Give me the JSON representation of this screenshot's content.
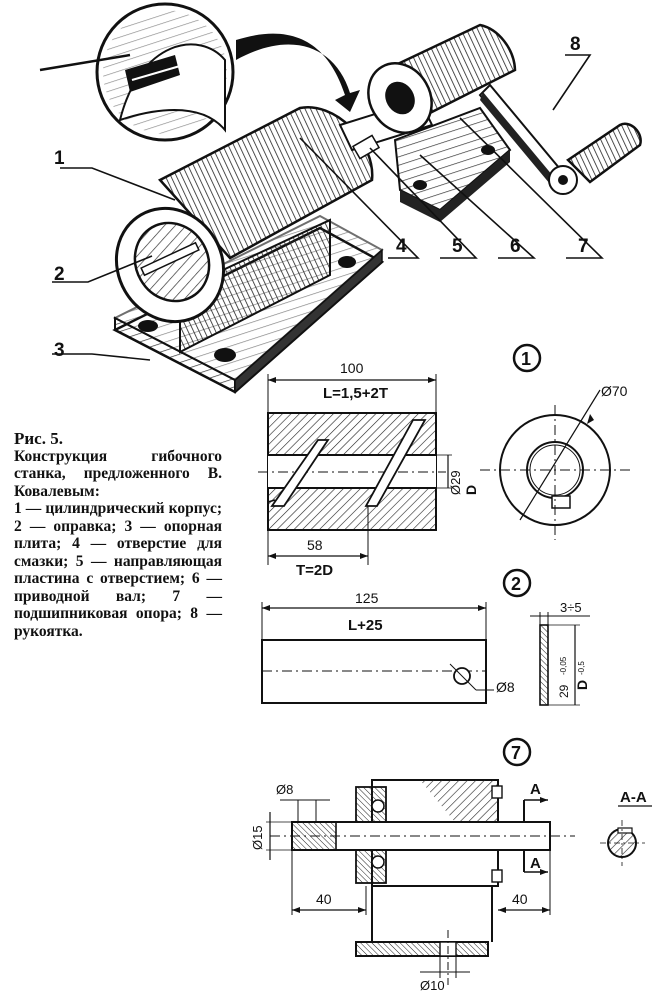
{
  "figure": {
    "callouts": [
      "1",
      "2",
      "3",
      "4",
      "5",
      "6",
      "7",
      "8"
    ],
    "detail_ids": [
      "1",
      "2",
      "7"
    ]
  },
  "detail1": {
    "top_dim": "100",
    "formula": "L=1,5+2T",
    "diameter_outer": "Ø70",
    "diameter_inner": "Ø29",
    "d_label": "D",
    "bottom_dim": "58",
    "t_formula": "T=2D"
  },
  "detail2": {
    "length": "125",
    "formula": "L+25",
    "hole": "Ø8",
    "thickness": "3÷5",
    "height": "29",
    "tolerance_a": "-0,05",
    "d_label": "D",
    "tolerance_b": "-0,5"
  },
  "detail7": {
    "d8": "Ø8",
    "d15": "Ø15",
    "a_label": "A",
    "left_40": "40",
    "right_40": "40",
    "d10": "Ø10",
    "section": "A-A"
  },
  "caption": {
    "title": "Рис. 5.",
    "subtitle": "Конструкция гибочного станка, предложенного В. Ковалевым:",
    "legend": "1 — цилиндрический корпус; 2 — оправка; 3 — опорная плита; 4 — отверстие для смазки; 5 — направляющая пластина с отверстием; 6 — приводной вал; 7 — подшипниковая опора; 8 — рукоятка."
  }
}
